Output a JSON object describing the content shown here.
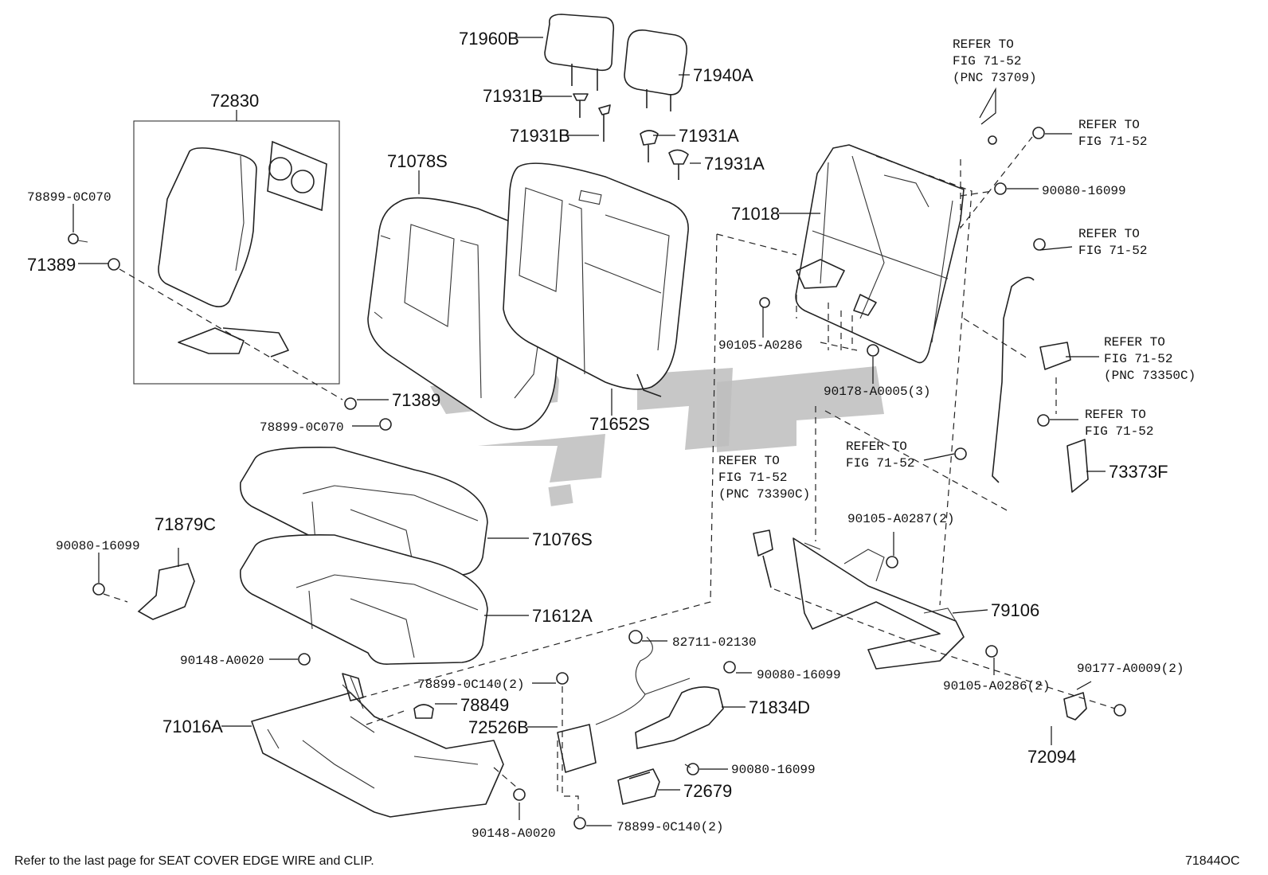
{
  "diagram": {
    "figure_code": "71844OC",
    "footnote": "Refer to the last page for SEAT COVER EDGE WIRE and CLIP.",
    "labels": {
      "p71960B": "71960B",
      "p71940A": "71940A",
      "p71931B_a": "71931B",
      "p71931B_b": "71931B",
      "p71931A_a": "71931A",
      "p71931A_b": "71931A",
      "p72830": "72830",
      "p71078S": "71078S",
      "p78899_0C070_a": "78899-0C070",
      "p71389_a": "71389",
      "p71389_b": "71389",
      "p78899_0C070_b": "78899-0C070",
      "p71652S": "71652S",
      "p71018": "71018",
      "p90105_A0286": "90105-A0286",
      "p90178_A0005": "90178-A0005(3)",
      "p90080_16099_a": "90080-16099",
      "p71076S": "71076S",
      "p71879C": "71879C",
      "p90080_16099_b": "90080-16099",
      "p71612A": "71612A",
      "p90148_A0020_a": "90148-A0020",
      "p82711_02130": "82711-02130",
      "p78899_0C140_a": "78899-0C140(2)",
      "p90080_16099_c": "90080-16099",
      "p78849": "78849",
      "p71016A": "71016A",
      "p72526B": "72526B",
      "p71834D": "71834D",
      "p90080_16099_d": "90080-16099",
      "p72679": "72679",
      "p78899_0C140_b": "78899-0C140(2)",
      "p90148_A0020_b": "90148-A0020",
      "p79106": "79106",
      "p90105_A0287": "90105-A0287(2)",
      "p90105_A0286_2": "90105-A0286(2)",
      "p90177_A0009": "90177-A0009(2)",
      "p72094": "72094",
      "p73373F": "73373F"
    },
    "refs": {
      "r1_l1": "REFER TO",
      "r1_l2": "FIG 71-52",
      "r1_l3": "(PNC 73709)",
      "r2_l1": "REFER TO",
      "r2_l2": "FIG 71-52",
      "r3_l1": "REFER TO",
      "r3_l2": "FIG 71-52",
      "r4_l1": "REFER TO",
      "r4_l2": "FIG 71-52",
      "r4_l3": "(PNC 73350C)",
      "r5_l1": "REFER TO",
      "r5_l2": "FIG 71-52",
      "r6_l1": "REFER TO",
      "r6_l2": "FIG 71-52",
      "r7_l1": "REFER TO",
      "r7_l2": "FIG 71-52",
      "r7_l3": "(PNC 73390C)"
    },
    "colors": {
      "ink": "#111111",
      "watermark": "#bdbdbd",
      "background": "#ffffff"
    }
  }
}
